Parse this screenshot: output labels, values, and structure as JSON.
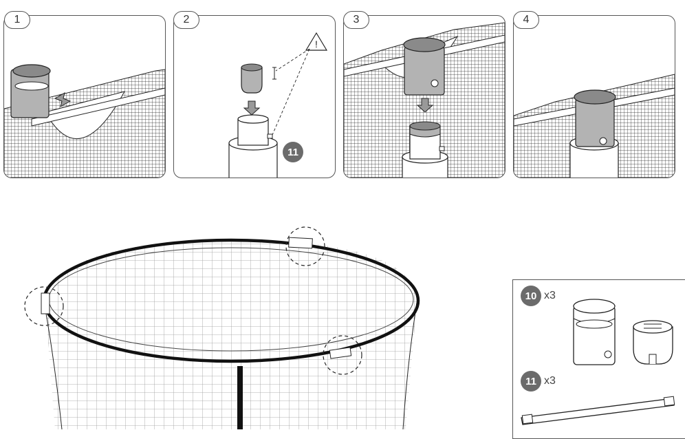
{
  "steps": [
    {
      "number": "1"
    },
    {
      "number": "2",
      "part_badge": "11"
    },
    {
      "number": "3"
    },
    {
      "number": "4"
    }
  ],
  "parts": [
    {
      "badge": "10",
      "quantity": "x3",
      "items": [
        "cap-clamp",
        "clip-insert"
      ]
    },
    {
      "badge": "11",
      "quantity": "x3",
      "items": [
        "pole-rod"
      ]
    }
  ],
  "icons": [
    "warning-icon",
    "down-arrow-icon",
    "insert-arrow-icon",
    "detail-circle-icon"
  ],
  "colors": {
    "line": "#222222",
    "gray_part": "#b3b3b3",
    "badge": "#6b6b6b",
    "dark_top": "#8a8a8a"
  }
}
